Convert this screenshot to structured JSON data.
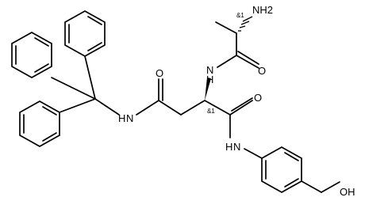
{
  "atoms": {
    "nh2": "NH2",
    "stereo_top": "&1",
    "stereo_mid": "&1",
    "nh_upper": "N",
    "nh_upper_h": "H",
    "o_top": "O",
    "o_left": "O",
    "o_right": "O",
    "nh_trityl": "N",
    "nh_trityl_h": "H",
    "nh_amide": "N",
    "nh_amide_h": "H",
    "oh": "OH"
  }
}
